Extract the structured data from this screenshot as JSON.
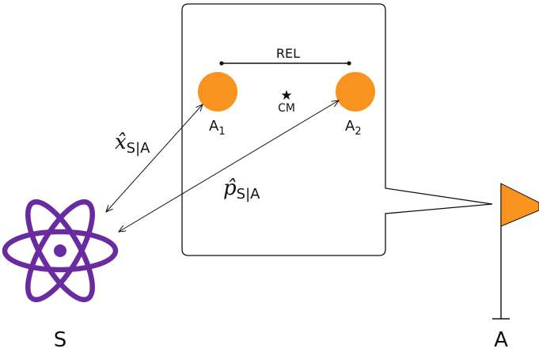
{
  "colors": {
    "particle": "#f7931e",
    "atom": "#6a2aa0",
    "line": "#111111",
    "box_fill": "#ffffff"
  },
  "labels": {
    "rel": "REL",
    "cm": "CM",
    "cm_symbol": "★",
    "particle_1": {
      "base": "A",
      "sub": "1"
    },
    "particle_2": {
      "base": "A",
      "sub": "2"
    },
    "position_operator": {
      "symbol": "x̂",
      "sub": "S|A"
    },
    "momentum_operator": {
      "symbol": "p̂",
      "sub": "S|A"
    },
    "system": "S",
    "frame": "A"
  },
  "icons": {
    "system": "atom-icon",
    "frame": "flag-icon"
  }
}
